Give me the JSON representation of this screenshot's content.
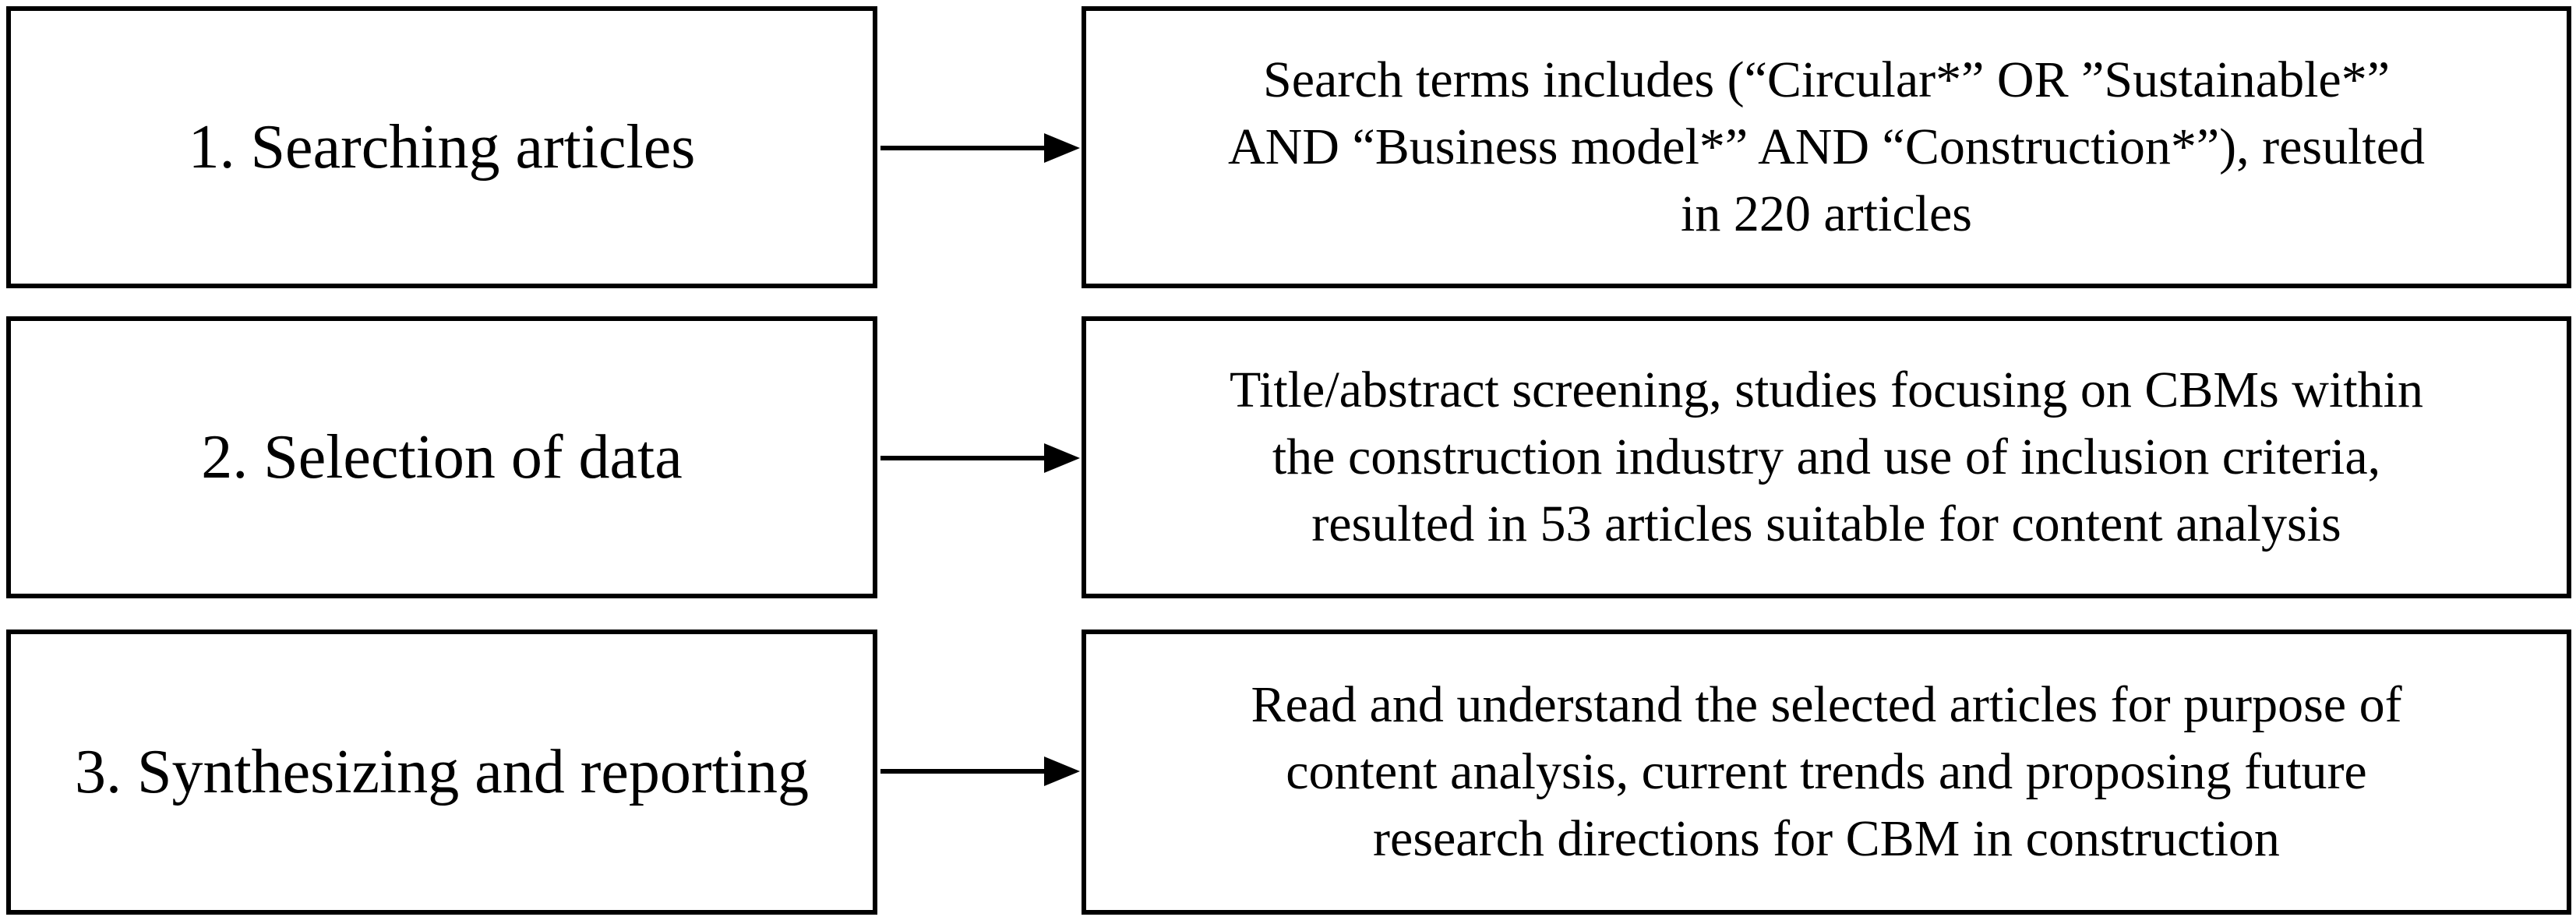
{
  "steps": [
    {
      "label": "1. Searching articles",
      "detail": [
        "Search terms includes (“Circular*” OR ”Sustainable*”",
        "AND “Business model*” AND “Construction*”), resulted",
        "in 220 articles"
      ]
    },
    {
      "label": "2. Selection of data",
      "detail": [
        "Title/abstract screening, studies focusing on CBMs within",
        "the construction industry and use of inclusion criteria,",
        "resulted in 53 articles suitable for content analysis"
      ]
    },
    {
      "label": "3. Synthesizing and reporting",
      "detail": [
        "Read and understand the selected articles for purpose of",
        "content analysis, current trends and proposing future",
        "research directions for CBM in construction"
      ]
    }
  ]
}
